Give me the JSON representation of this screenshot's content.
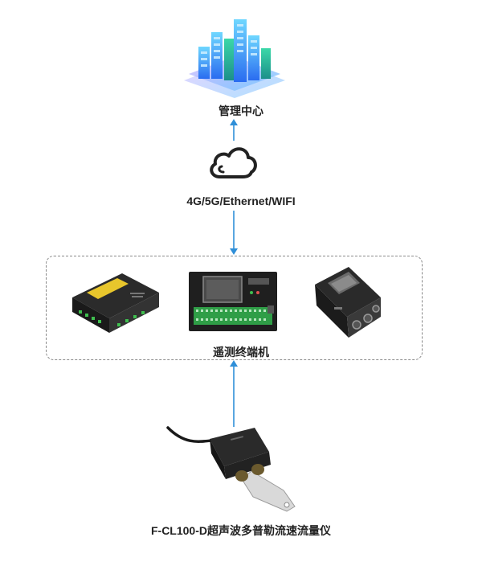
{
  "nodes": {
    "center": {
      "label": "管理中心"
    },
    "network": {
      "label": "4G/5G/Ethernet/WIFI"
    },
    "rtu": {
      "label": "遥测终端机"
    },
    "meter": {
      "label": "F-CL100-D超声波多普勒流速流量仪"
    }
  },
  "colors": {
    "arrow": "#2f8fd8",
    "text": "#222222",
    "group_border": "#8a8a8a"
  }
}
